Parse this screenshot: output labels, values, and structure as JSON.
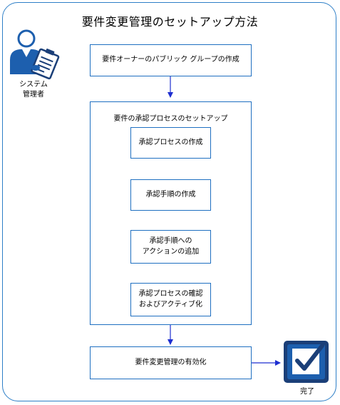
{
  "title": "要件変更管理のセットアップ方法",
  "role": {
    "line1": "システム",
    "line2": "管理者",
    "icon": "administrator-clipboard-icon"
  },
  "steps": {
    "create_group": "要件オーナーのパブリック グループの作成",
    "approval_setup": "要件の承認プロセスのセットアップ",
    "create_process": "承認プロセスの作成",
    "create_step": "承認手順の作成",
    "add_action_line1": "承認手順への",
    "add_action_line2": "アクションの追加",
    "verify_line1": "承認プロセスの確認",
    "verify_line2": "およびアクティブ化",
    "enable": "要件変更管理の有効化"
  },
  "done": {
    "label": "完了",
    "icon": "checkbox-checked-icon"
  },
  "colors": {
    "frame": "#2e7fc7",
    "box_border": "#1f6fc1",
    "arrow": "#1e2fd0",
    "icon_blue": "#1d5fae",
    "icon_dark": "#1b3f78"
  }
}
